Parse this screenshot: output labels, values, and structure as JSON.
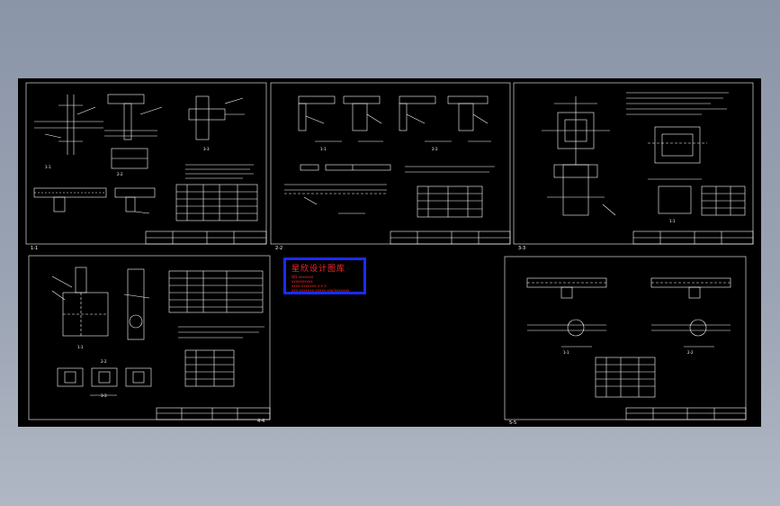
{
  "colors": {
    "background_top": "#8a95a8",
    "viewport": "#000000",
    "line": "#ffffff",
    "stamp_border": "#1b2bff",
    "stamp_text": "#ff2a2a"
  },
  "stamp": {
    "title": "星欣设计图库",
    "lines": [
      "QQ:xxxxxxx",
      "xxxxxxxxxx",
      "xxxx-xxxxxxx x-x x",
      "xxx.xxxxxxx.xxxxx.xxx/xxxxxxx"
    ]
  },
  "sheets": [
    {
      "id": "sheet-1",
      "label": "1-1",
      "section_labels": [
        "1-1",
        "2-2",
        "3-3"
      ]
    },
    {
      "id": "sheet-2",
      "label": "2-2",
      "section_labels": [
        "1-1",
        "2-2"
      ]
    },
    {
      "id": "sheet-3",
      "label": "3-3",
      "section_labels": [
        "1-1"
      ]
    },
    {
      "id": "sheet-4",
      "label": "4-4",
      "section_labels": [
        "1-1",
        "2-2",
        "3-3"
      ]
    },
    {
      "id": "sheet-5",
      "label": "5-5",
      "section_labels": [
        "1-1",
        "2-2"
      ]
    }
  ]
}
